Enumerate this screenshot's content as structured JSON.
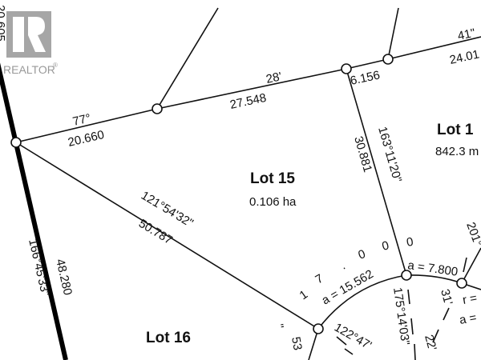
{
  "watermark": {
    "text": "REALTOR",
    "mark": "®",
    "color": "#999999"
  },
  "lots": [
    {
      "name": "Lot 15",
      "area": "0.106 ha"
    },
    {
      "name": "Lot 1",
      "area": "842.3 m"
    },
    {
      "name": "Lot 16"
    }
  ],
  "labels": {
    "top_left_distance": "20.605",
    "west_bearing": "166°45'33\"",
    "west_distance": "48.280",
    "north_bearing_1": "77°",
    "north_distance_1": "20.660",
    "north_bearing_2": "28'",
    "north_distance_2": "27.548",
    "north_distance_3": "6.156",
    "ne_bearing": "41\"",
    "ne_distance": "24.01",
    "east_bearing": "163°11'20\"",
    "east_distance": "30.881",
    "sw_bearing": "121°54'32\"",
    "sw_distance": "50.787",
    "arc_radius": [
      "1",
      "7",
      ".",
      "0",
      "0",
      "0"
    ],
    "arc_length_1": "a = 15.562",
    "arc_length_2": "a = 7.800",
    "south_bearing": "175°14'03\"",
    "corner_bearing": "122°47'",
    "right_bearing": "201°",
    "right_partial_1": "31'",
    "right_r": "r =",
    "right_a": "a =",
    "bottom_partial": "22'",
    "bottom_left_partial": "53",
    "bottom_left_quote": "\""
  }
}
